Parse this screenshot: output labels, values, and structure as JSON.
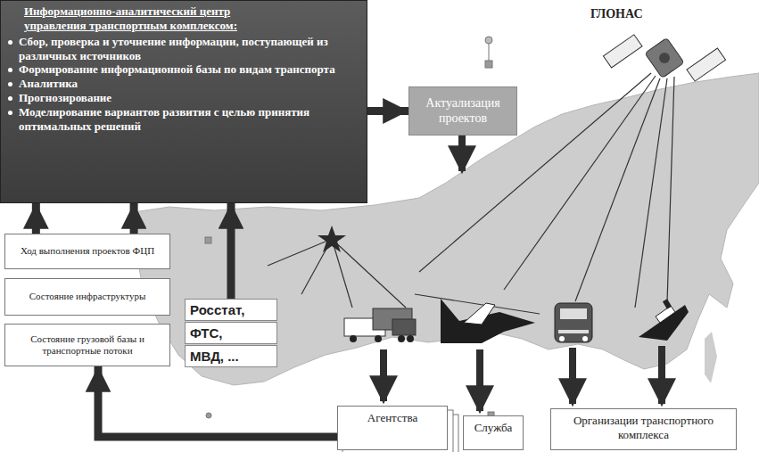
{
  "diagram": {
    "nodes": [
      {
        "text": [
          "Информационно-аналитический центр управления транспортным комплексом:",
          "Сбор, проверка и уточнение информации, поступающей из различных источников",
          "Формирование информационной базы по видам транспорта",
          "Аналитика",
          "Прогнозирование",
          "Моделирование вариантов развития с целью принятия оптимальных решений"
        ]
      },
      {
        "text": [
          "Актуализация проектов"
        ]
      },
      {
        "text": [
          "Ход выполнения проектов ФЦП"
        ]
      },
      {
        "text": [
          "Состояние инфраструктуры"
        ]
      },
      {
        "text": [
          "Состояние грузовой базы и транспортные потоки"
        ]
      },
      {
        "text": [
          "Росстат,"
        ]
      },
      {
        "text": [
          "ФТС,"
        ]
      },
      {
        "text": [
          "МВД, ..."
        ]
      },
      {
        "text": [
          "Агентства"
        ]
      },
      {
        "text": [
          "Служба"
        ]
      },
      {
        "text": [
          "Организации транспортного комплекса"
        ]
      }
    ],
    "edges": [
      {
        "from": 0,
        "to": 1,
        "arrow": "to"
      },
      {
        "from": 2,
        "to": 0,
        "arrow": "to"
      },
      {
        "from": 2,
        "to": 0,
        "arrow": "to"
      },
      {
        "from": 5,
        "to": 0,
        "arrow": "to"
      },
      {
        "from": 8,
        "to": 4,
        "arrow": "to"
      }
    ],
    "labels": [
      "ГЛОНАС"
    ]
  }
}
